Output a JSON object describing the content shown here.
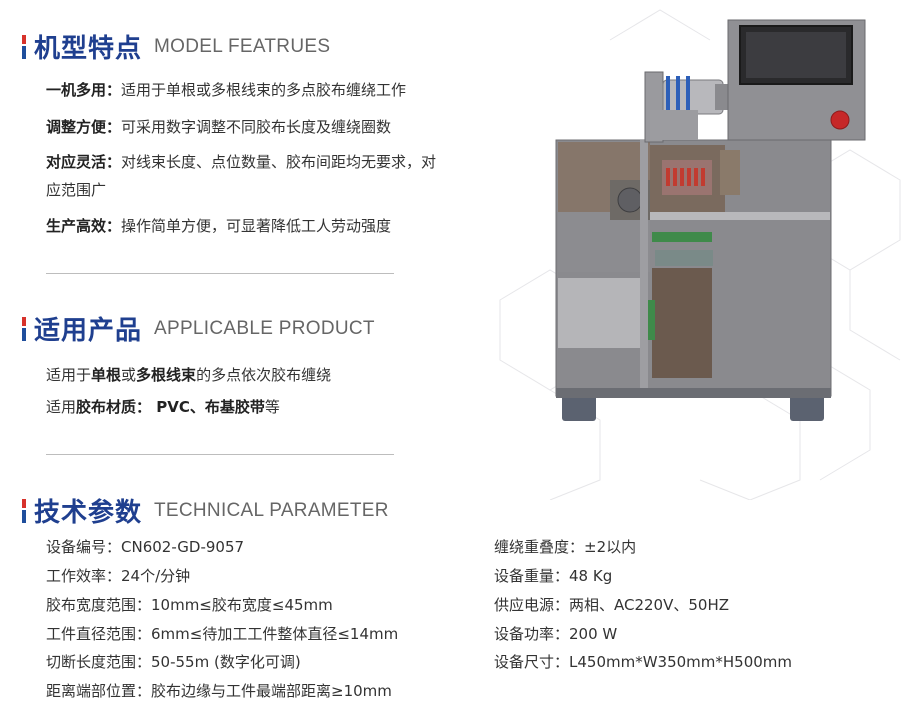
{
  "features_section": {
    "title_zh": "机型特点",
    "title_en": "MODEL FEATRUES",
    "items": [
      {
        "label": "一机多用",
        "sep": "：",
        "text": "适用于单根或多根线束的多点胶布缠绕工作"
      },
      {
        "label": "调整方便",
        "sep": "：",
        "text": "可采用数字调整不同胶布长度及缠绕圈数"
      },
      {
        "label": "对应灵活",
        "sep": "：",
        "text": "对线束长度、点位数量、胶布间距均无要求，对应范围广"
      },
      {
        "label": "生产高效",
        "sep": "：",
        "text": "操作简单方便，可显著降低工人劳动强度"
      }
    ]
  },
  "product_section": {
    "title_zh": "适用产品",
    "title_en": "APPLICABLE PRODUCT",
    "line1": {
      "p1": "适用于",
      "b1": "单根",
      "p2": "或",
      "b2": "多根线束",
      "p3": "的多点依次胶布缠绕"
    },
    "line2": {
      "p1": "适用",
      "b1": "胶布材质：  PVC、布基胶带",
      "p2": "等"
    }
  },
  "technical_section": {
    "title_zh": "技术参数",
    "title_en": "TECHNICAL PARAMETER",
    "left_specs": [
      "设备编号：CN602-GD-9057",
      "工作效率：24个/分钟",
      "胶布宽度范围：10mm≤胶布宽度≤45mm",
      "工件直径范围：6mm≤待加工工件整体直径≤14mm",
      "切断长度范围：50-55m (数字化可调)",
      "距离端部位置：胶布边缘与工件最端部距离≥10mm"
    ],
    "right_specs": [
      "缠绕重叠度：±2以内",
      "设备重量：48 Kg",
      "供应电源：两相、AC220V、50HZ",
      "设备功率：200 W",
      "设备尺寸：L450mm*W350mm*H500mm"
    ]
  },
  "colors": {
    "title_blue": "#1f3f8f",
    "bar_red": "#d7322b",
    "bar_blue": "#1f4e9c",
    "machine_gray": "#8a8a8e",
    "stop_button_red": "#c62828"
  },
  "icons": [
    "taping-machine-image",
    "emergency-stop-button-icon",
    "touch-screen-icon"
  ]
}
